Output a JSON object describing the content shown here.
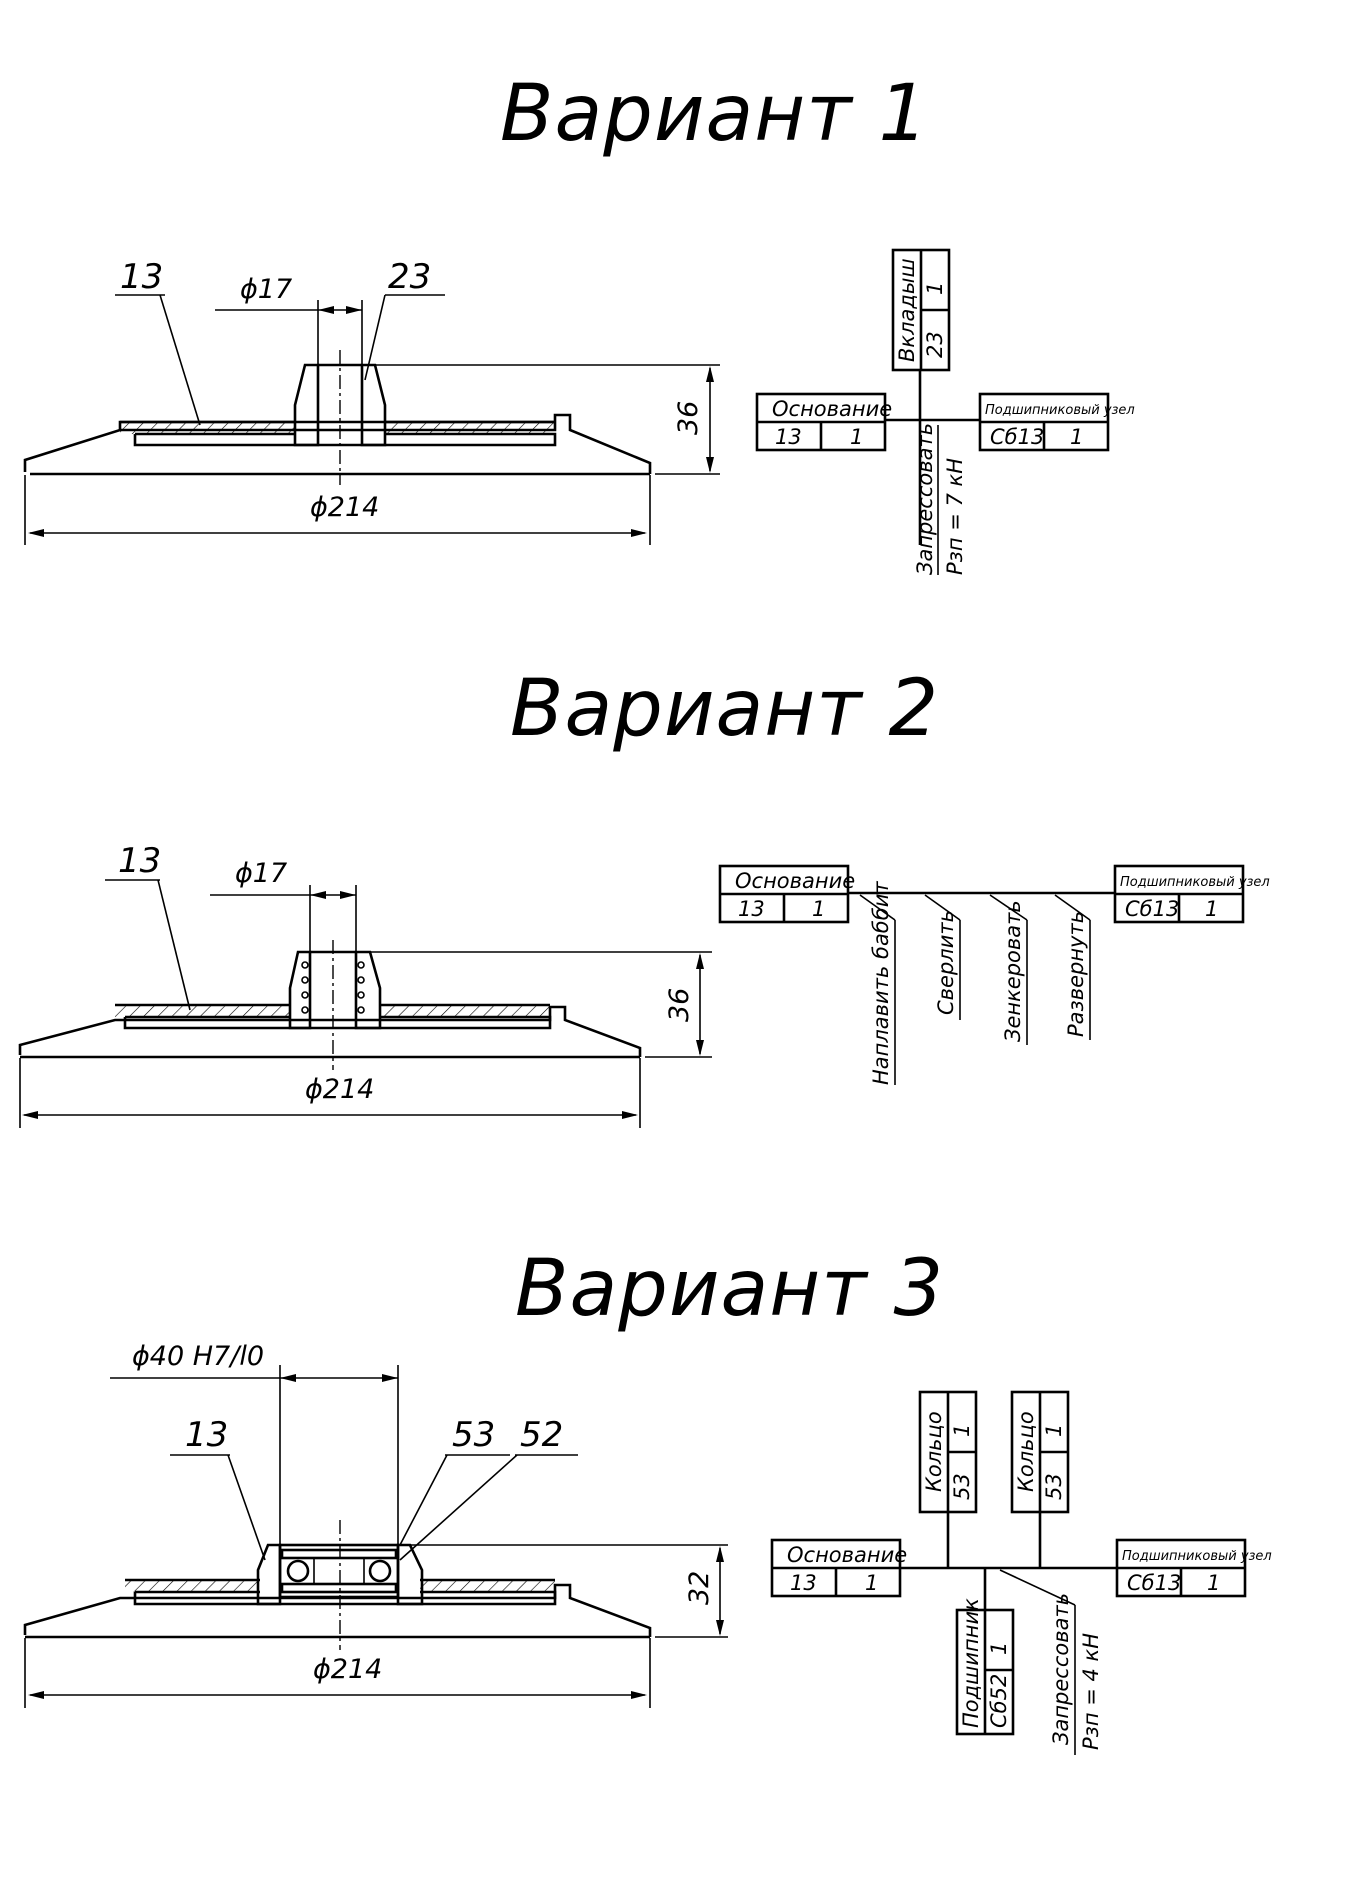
{
  "variants": [
    {
      "title": "Вариант 1",
      "drawing": {
        "part_label": "13",
        "insert_label": "23",
        "bore_dim": "ϕ17",
        "height_dim": "36",
        "width_dim": "ϕ214"
      },
      "scheme": {
        "base": {
          "name": "Основание",
          "id": "13",
          "qty": "1"
        },
        "result": {
          "name": "Подшипниковый узел",
          "id": "Сб13",
          "qty": "1"
        },
        "top_parts": [
          {
            "name": "Вкладыш",
            "id": "23",
            "qty": "1"
          }
        ],
        "operations": [
          {
            "text": "Запрессовать",
            "note": "Pзп = 7 кН"
          }
        ]
      }
    },
    {
      "title": "Вариант 2",
      "drawing": {
        "part_label": "13",
        "bore_dim": "ϕ17",
        "height_dim": "36",
        "width_dim": "ϕ214"
      },
      "scheme": {
        "base": {
          "name": "Основание",
          "id": "13",
          "qty": "1"
        },
        "result": {
          "name": "Подшипниковый узел",
          "id": "Сб13",
          "qty": "1"
        },
        "operations": [
          {
            "text": "Наплавить баббит"
          },
          {
            "text": "Сверлить"
          },
          {
            "text": "Зенкеровать"
          },
          {
            "text": "Развернуть"
          }
        ]
      }
    },
    {
      "title": "Вариант 3",
      "drawing": {
        "part_label": "13",
        "ring_label": "53",
        "bearing_label": "52",
        "fit_dim": "ϕ40 H7/l0",
        "height_dim": "32",
        "width_dim": "ϕ214"
      },
      "scheme": {
        "base": {
          "name": "Основание",
          "id": "13",
          "qty": "1"
        },
        "result": {
          "name": "Подшипниковый узел",
          "id": "Сб13",
          "qty": "1"
        },
        "top_parts": [
          {
            "name": "Кольцо",
            "id": "53",
            "qty": "1"
          },
          {
            "name": "Кольцо",
            "id": "53",
            "qty": "1"
          }
        ],
        "bottom_parts": [
          {
            "name": "Подшипник",
            "id": "Сб52",
            "qty": "1"
          }
        ],
        "operations": [
          {
            "text": "Запрессовать",
            "note": "Pзп = 4 кН"
          }
        ]
      }
    }
  ]
}
